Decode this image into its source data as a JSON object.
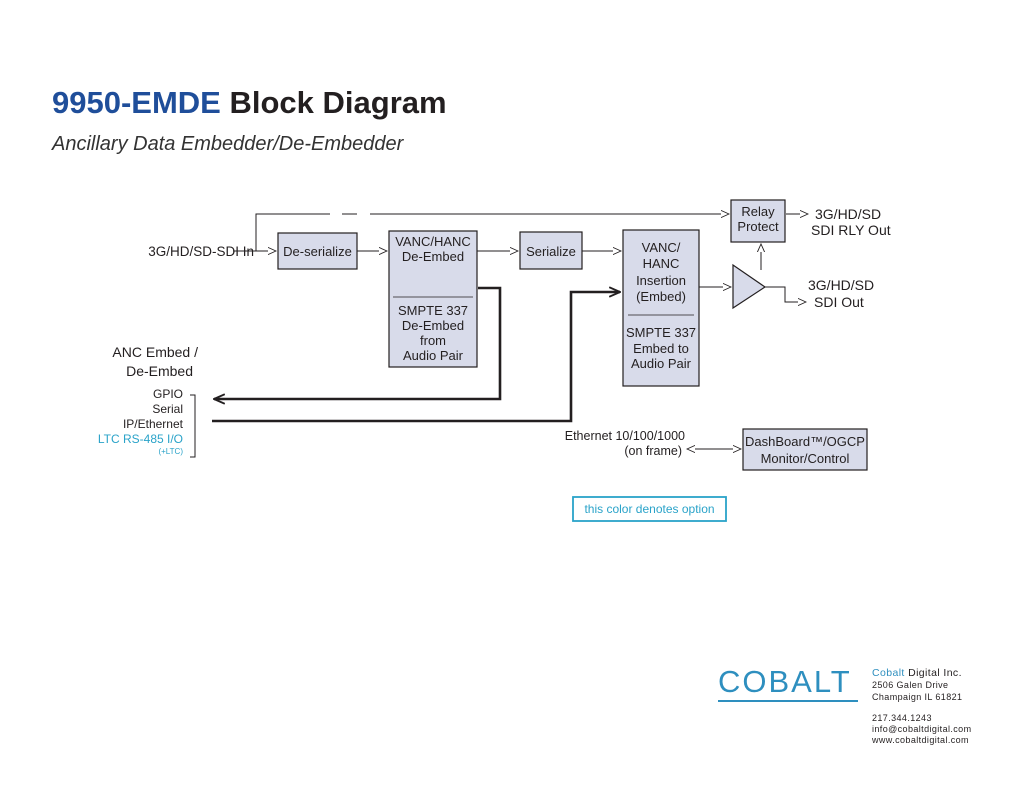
{
  "header": {
    "title_model": "9950-EMDE",
    "title_rest": "Block Diagram",
    "subtitle": "Ancillary Data  Embedder/De-Embedder"
  },
  "diagram": {
    "input_label": "3G/HD/SD-SDI In",
    "deserialize": "De-serialize",
    "deembed_top": [
      "VANC/HANC",
      "De-Embed"
    ],
    "deembed_bottom": [
      "SMPTE 337",
      "De-Embed",
      "from",
      "Audio Pair"
    ],
    "serialize": "Serialize",
    "insertion_top": [
      "VANC/",
      "HANC",
      "Insertion",
      "(Embed)"
    ],
    "insertion_bottom": [
      "SMPTE 337",
      "Embed to",
      "Audio Pair"
    ],
    "relay": [
      "Relay",
      "Protect"
    ],
    "relay_out": [
      "3G/HD/SD",
      "SDI RLY Out"
    ],
    "sdi_out": [
      "3G/HD/SD",
      "SDI Out"
    ],
    "anc_title": [
      "ANC Embed /",
      "De-Embed"
    ],
    "anc_items": [
      "GPIO",
      "Serial",
      "IP/Ethernet"
    ],
    "anc_option": "LTC RS-485 I/O",
    "anc_option_note": "(+LTC)",
    "ethernet": [
      "Ethernet 10/100/1000",
      "(on frame)"
    ],
    "dashboard": [
      "DashBoard™/OGCP",
      "Monitor/Control"
    ],
    "option_legend": "this color denotes option",
    "option_color": "#2aa3c9",
    "title_color": "#1f4e9a",
    "block_fill": "#d8dbea"
  },
  "footer": {
    "logo": "COBALT",
    "company_a": "Cobalt",
    "company_b": " Digital Inc.",
    "address1": "2506 Galen Drive",
    "address2": "Champaign IL 61821",
    "phone": "217.344.1243",
    "email": "info@cobaltdigital.com",
    "web": "www.cobaltdigital.com"
  }
}
